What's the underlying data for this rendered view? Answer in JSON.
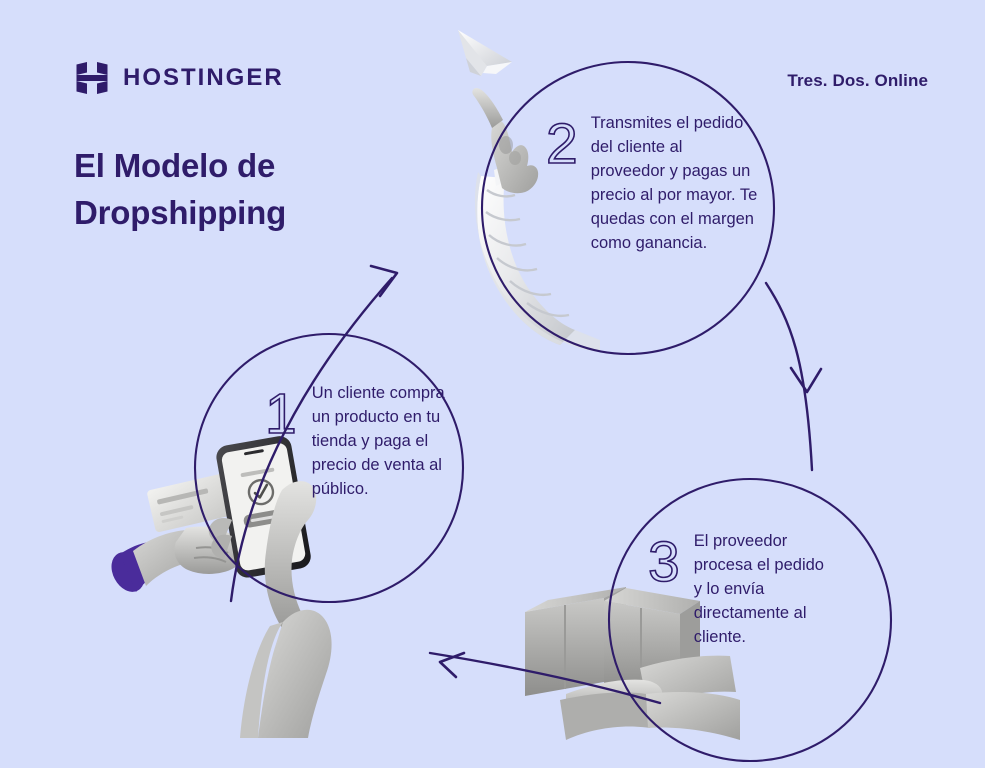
{
  "page": {
    "background_color": "#d6defb",
    "ink_color": "#2f1c6a",
    "accent_purple": "#4a2c9b"
  },
  "header": {
    "brand_name": "HOSTINGER",
    "logo_icon": "hostinger-h-logo-icon",
    "tagline": "Tres. Dos. Online"
  },
  "title": {
    "line1": "El Modelo de",
    "line2": "Dropshipping",
    "full": "El Modelo de Dropshipping"
  },
  "diagram": {
    "type": "cycle-diagram",
    "steps": [
      {
        "number": "1",
        "text": "Un cliente compra un producto en tu tienda y paga el precio de venta al público.",
        "imagery": "hand-holding-phone-and-credit-card"
      },
      {
        "number": "2",
        "text": "Transmites el pedido del cliente al proveedor y pagas un precio al por mayor. Te quedas con el margen como ganancia.",
        "imagery": "arm-pointing-up-with-paper-plane"
      },
      {
        "number": "3",
        "text": "El proveedor procesa el pedido y lo envía directamente al cliente.",
        "imagery": "arms-carrying-cardboard-boxes"
      }
    ],
    "connectors": [
      {
        "from": "1",
        "to": "2",
        "direction": "up-right"
      },
      {
        "from": "2",
        "to": "3",
        "direction": "down"
      },
      {
        "from": "3",
        "to": "1",
        "direction": "left"
      }
    ]
  }
}
